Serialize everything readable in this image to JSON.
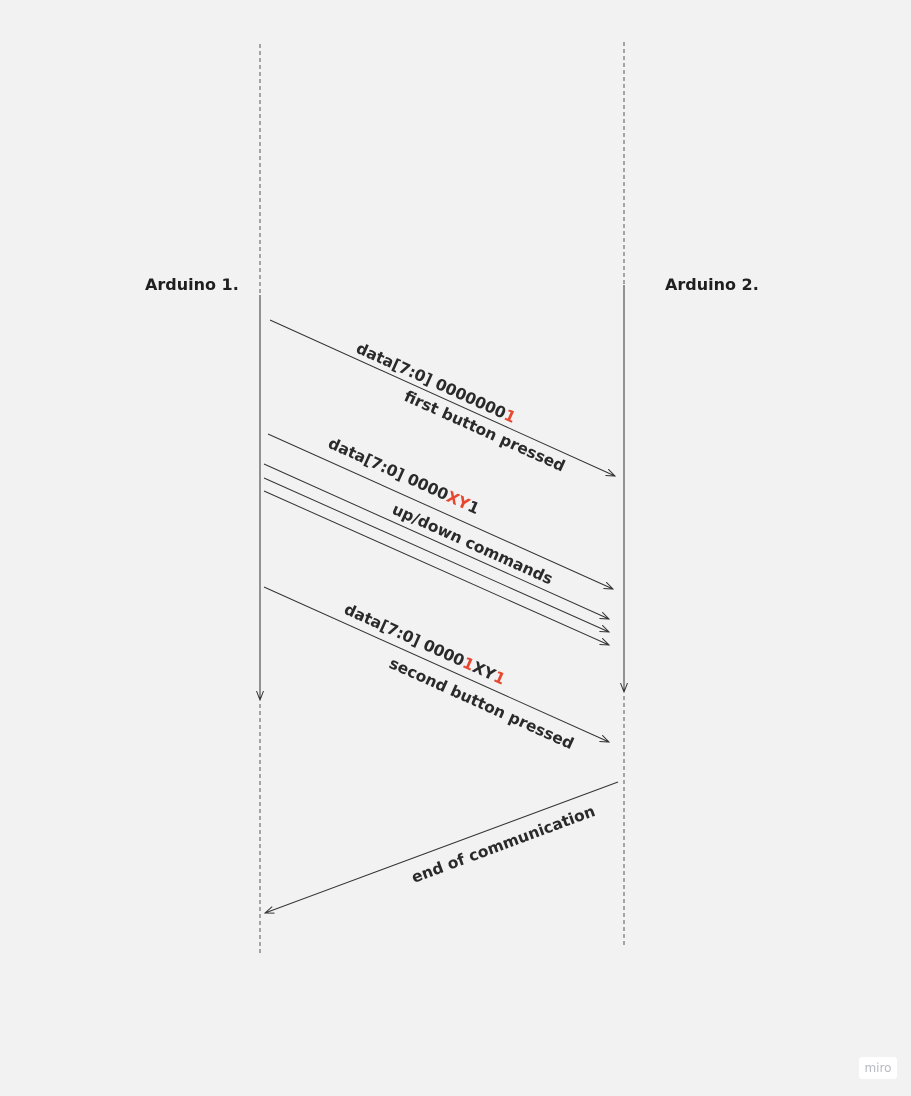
{
  "participants": {
    "left": "Arduino 1.",
    "right": "Arduino 2."
  },
  "messages": {
    "first": {
      "parts": [
        {
          "text": "data[7:0] 0000000",
          "highlight": false
        },
        {
          "text": "1",
          "highlight": true
        }
      ],
      "caption": "first button pressed"
    },
    "updown": {
      "parts": [
        {
          "text": "data[7:0] 0000",
          "highlight": false
        },
        {
          "text": "XY",
          "highlight": true
        },
        {
          "text": "1",
          "highlight": false
        }
      ],
      "caption": "up/down commands"
    },
    "second": {
      "parts": [
        {
          "text": "data[7:0] 0000",
          "highlight": false
        },
        {
          "text": "1",
          "highlight": true
        },
        {
          "text": "XY",
          "highlight": false
        },
        {
          "text": "1",
          "highlight": true
        }
      ],
      "caption": "second button pressed"
    },
    "end": {
      "caption": "end of communication"
    }
  },
  "colors": {
    "background": "#f2f2f2",
    "line": "#333333",
    "highlight": "#e8472f"
  },
  "watermark": "miro"
}
